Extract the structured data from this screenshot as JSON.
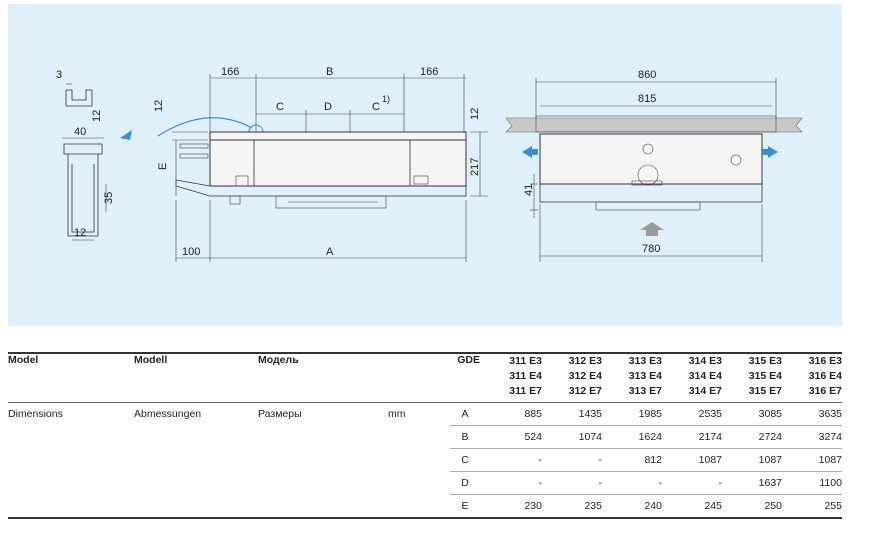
{
  "drawing": {
    "labels": {
      "d166a": "166",
      "dB": "B",
      "d166b": "166",
      "dC1": "C",
      "dD": "D",
      "dC2": "C",
      "dC2sup": "1)",
      "d12left": "12",
      "dE": "E",
      "d217": "217",
      "d12right": "12",
      "d100": "100",
      "dA": "A",
      "d3": "3",
      "d12prof": "12",
      "d40": "40",
      "d35": "35",
      "d12bot": "12",
      "d860": "860",
      "d815": "815",
      "d41": "41",
      "d780": "780"
    }
  },
  "table": {
    "header": {
      "model_en": "Model",
      "model_de": "Modell",
      "model_ru": "Модель",
      "series": "GDE",
      "models": [
        [
          "311 E3",
          "311 E4",
          "311 E7"
        ],
        [
          "312 E3",
          "312 E4",
          "312 E7"
        ],
        [
          "313 E3",
          "313 E4",
          "313 E7"
        ],
        [
          "314 E3",
          "314 E4",
          "314 E7"
        ],
        [
          "315 E3",
          "315 E4",
          "315 E7"
        ],
        [
          "316 E3",
          "316 E4",
          "316 E7"
        ]
      ]
    },
    "row_label_en": "Dimensions",
    "row_label_de": "Abmessungen",
    "row_label_ru": "Размеры",
    "unit": "mm",
    "rows": [
      {
        "key": "A",
        "values": [
          "885",
          "1435",
          "1985",
          "2535",
          "3085",
          "3635"
        ]
      },
      {
        "key": "B",
        "values": [
          "524",
          "1074",
          "1624",
          "2174",
          "2724",
          "3274"
        ]
      },
      {
        "key": "C",
        "values": [
          "-",
          "-",
          "812",
          "1087",
          "1087",
          "1087"
        ]
      },
      {
        "key": "D",
        "values": [
          "-",
          "-",
          "-",
          "-",
          "1637",
          "1100"
        ]
      },
      {
        "key": "E",
        "values": [
          "230",
          "235",
          "240",
          "245",
          "250",
          "255"
        ]
      }
    ]
  }
}
